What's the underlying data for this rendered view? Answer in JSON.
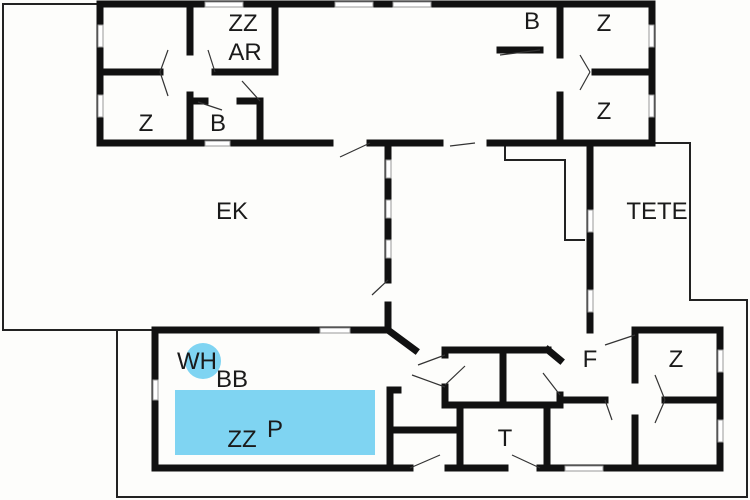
{
  "plan": {
    "labels": {
      "zz_top": "ZZ",
      "ar": "AR",
      "z_top_left": "Z",
      "b_top_left": "B",
      "b_top_right": "B",
      "z_top_right_1": "Z",
      "z_top_right_2": "Z",
      "ek": "EK",
      "tete": "TETE",
      "wh": "WH",
      "bb": "BB",
      "zz_bottom": "ZZ",
      "p": "P",
      "f": "F",
      "z_bottom": "Z",
      "t": "T"
    },
    "colors": {
      "pool": "#7fd4f2",
      "walls": "#111111"
    }
  }
}
